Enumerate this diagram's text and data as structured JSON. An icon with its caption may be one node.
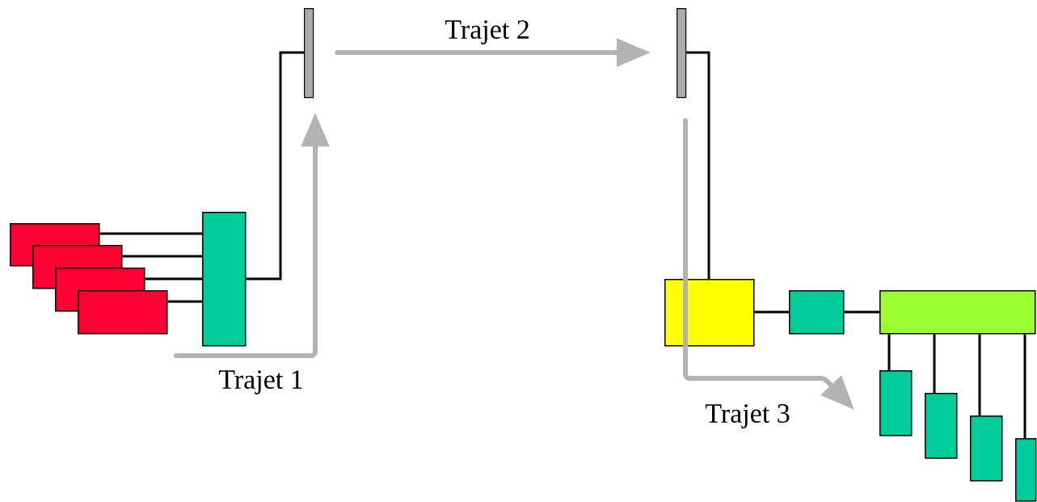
{
  "diagram": {
    "nodes": [
      {
        "text": [],
        "shape": "box"
      },
      {
        "text": [],
        "shape": "box"
      },
      {
        "text": [],
        "shape": "box"
      },
      {
        "text": [],
        "shape": "box"
      },
      {
        "text": [],
        "shape": "box"
      },
      {
        "text": [],
        "shape": "bar"
      },
      {
        "text": [],
        "shape": "bar"
      },
      {
        "text": [],
        "shape": "box"
      },
      {
        "text": [],
        "shape": "box"
      },
      {
        "text": [],
        "shape": "box"
      },
      {
        "text": [],
        "shape": "box"
      },
      {
        "text": [],
        "shape": "box"
      },
      {
        "text": [],
        "shape": "box"
      },
      {
        "text": [],
        "shape": "box"
      }
    ],
    "edges": [
      {
        "from": 0,
        "to": 4,
        "arrow": "none"
      },
      {
        "from": 1,
        "to": 4,
        "arrow": "none"
      },
      {
        "from": 2,
        "to": 4,
        "arrow": "none"
      },
      {
        "from": 3,
        "to": 4,
        "arrow": "none"
      },
      {
        "from": 4,
        "to": 5,
        "arrow": "none"
      },
      {
        "from": 6,
        "to": 7,
        "arrow": "none"
      },
      {
        "from": 7,
        "to": 8,
        "arrow": "none"
      },
      {
        "from": 8,
        "to": 9,
        "arrow": "none"
      },
      {
        "from": 9,
        "to": 10,
        "arrow": "none"
      },
      {
        "from": 9,
        "to": 11,
        "arrow": "none"
      },
      {
        "from": 9,
        "to": 12,
        "arrow": "none"
      },
      {
        "from": 9,
        "to": 13,
        "arrow": "none"
      },
      {
        "from": null,
        "to": 5,
        "arrow": "to",
        "label": "Trajet 1",
        "style": "thick",
        "color": "#b3b3b3"
      },
      {
        "from": 5,
        "to": 6,
        "arrow": "to",
        "label": "Trajet 2",
        "style": "thick",
        "color": "#b3b3b3"
      },
      {
        "from": 6,
        "to": null,
        "arrow": "to",
        "label": "Trajet 3",
        "style": "thick",
        "color": "#b3b3b3"
      }
    ]
  }
}
